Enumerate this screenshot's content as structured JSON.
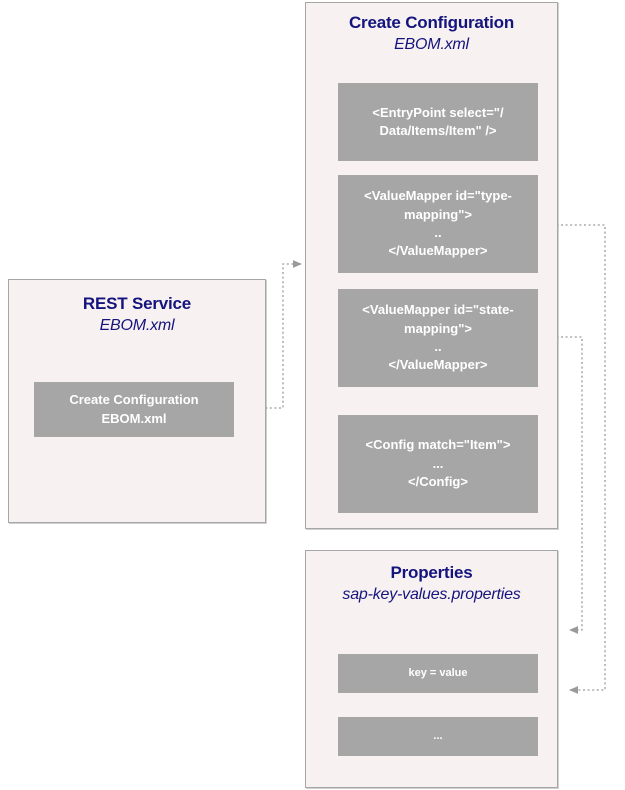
{
  "diagram": {
    "colors": {
      "panel_fill": "#f8f1f2",
      "panel_border": "#a6a6a6",
      "box_fill": "#a6a6a6",
      "box_text": "#ffffff",
      "title_text": "#14147d",
      "connector": "#808080"
    },
    "panels": {
      "rest_service": {
        "title": "REST Service",
        "subtitle": "EBOM.xml",
        "boxes": [
          {
            "label": "Create Configuration\nEBOM.xml"
          }
        ]
      },
      "create_configuration": {
        "title": "Create Configuration",
        "subtitle": "EBOM.xml",
        "boxes": [
          {
            "label": "<EntryPoint select=\"/\nData/Items/Item\" />"
          },
          {
            "label": "<ValueMapper id=\"type-\nmapping\">\n..\n</ValueMapper>"
          },
          {
            "label": "<ValueMapper id=\"state-\nmapping\">\n..\n</ValueMapper>"
          },
          {
            "label": "<Config match=\"Item\">\n...\n</Config>"
          }
        ]
      },
      "properties": {
        "title": "Properties",
        "subtitle": "sap-key-values.properties",
        "boxes": [
          {
            "label": "key = value"
          },
          {
            "label": "..."
          }
        ]
      }
    },
    "connectors": [
      {
        "name": "rest-to-create-configuration",
        "from": "create-configuration-box",
        "to": "create-configuration-panel",
        "style": "dotted",
        "arrow": "right"
      },
      {
        "name": "type-mapping-to-properties",
        "from": "type-mapping-box",
        "to": "properties-panel",
        "style": "dotted",
        "arrow": "left"
      },
      {
        "name": "state-mapping-to-properties",
        "from": "state-mapping-box",
        "to": "properties-panel",
        "style": "dotted",
        "arrow": "left"
      }
    ]
  }
}
